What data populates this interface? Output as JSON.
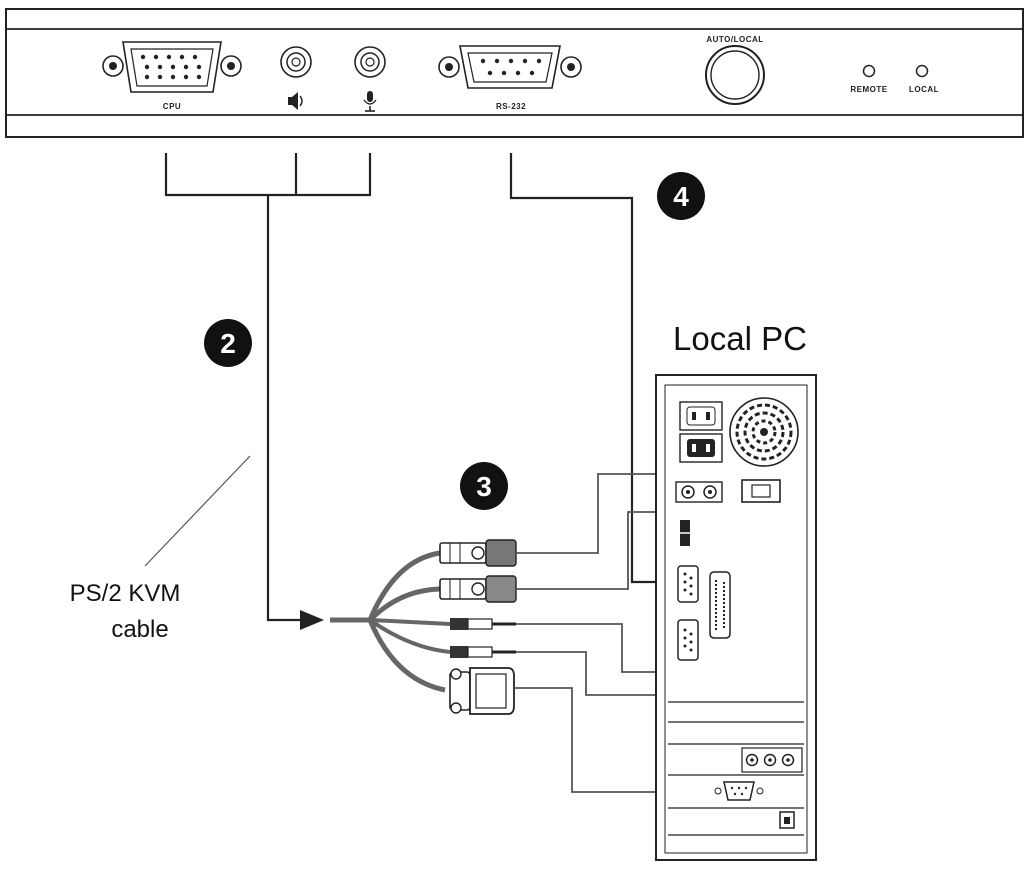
{
  "device_panel": {
    "cpu_label": "CPU",
    "rs232_label": "RS-232",
    "auto_local_label": "AUTO/LOCAL",
    "remote_label": "REMOTE",
    "local_label": "LOCAL"
  },
  "steps": [
    "2",
    "3",
    "4"
  ],
  "computer": {
    "title": "Local PC"
  },
  "cable": {
    "label_line1": "PS/2 KVM",
    "label_line2": "cable"
  },
  "icons": [
    "speaker-icon",
    "microphone-icon",
    "auto-local-button",
    "led-indicator"
  ]
}
